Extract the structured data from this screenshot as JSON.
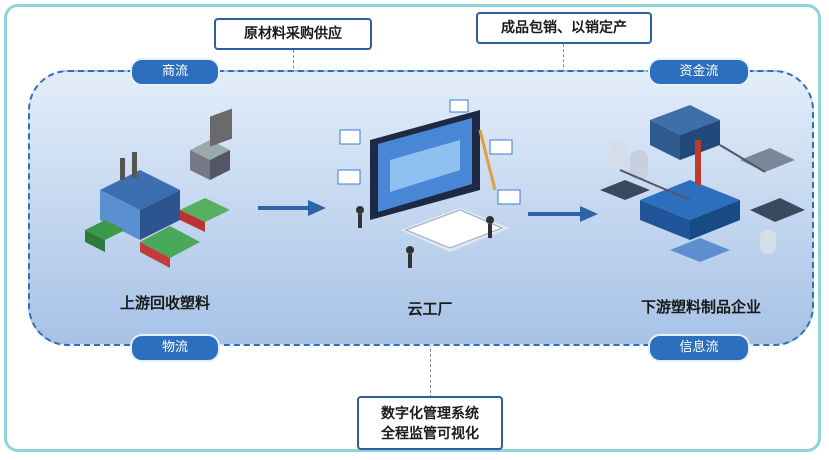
{
  "flows": {
    "top_left": "商流",
    "top_right": "资金流",
    "bottom_left": "物流",
    "bottom_right": "信息流"
  },
  "callouts": {
    "supply": "原材料采购供应",
    "sales": "成品包销、以销定产",
    "digital_line1": "数字化管理系统",
    "digital_line2": "全程监管可视化"
  },
  "nodes": {
    "left": "上游回收塑料",
    "center": "云工厂",
    "right": "下游塑料制品企业"
  },
  "colors": {
    "accent": "#2d6fbf",
    "arrow": "#2f63a8",
    "border": "#8fd3dc"
  }
}
